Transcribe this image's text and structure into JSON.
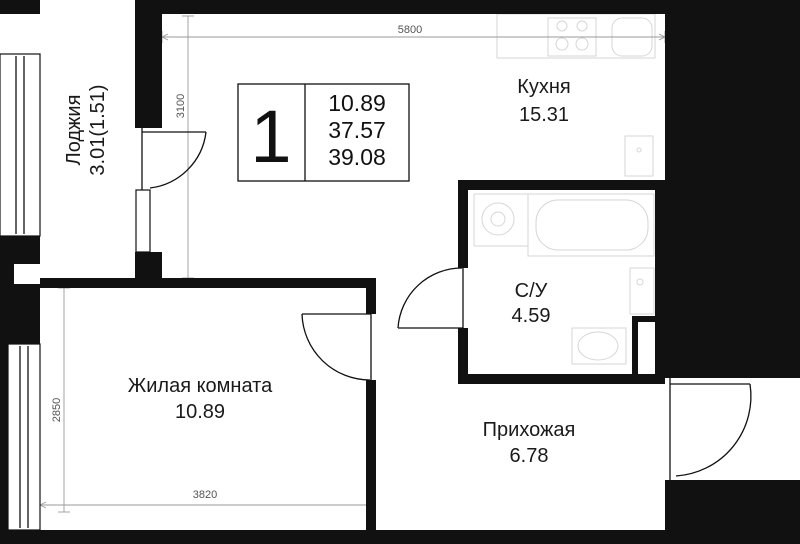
{
  "rooms": {
    "loggia": {
      "name": "Лоджия",
      "area": "3.01(1.51)"
    },
    "kitchen": {
      "name": "Кухня",
      "area": "15.31"
    },
    "bathroom": {
      "name": "С/У",
      "area": "4.59"
    },
    "living": {
      "name": "Жилая комната",
      "area": "10.89"
    },
    "hallway": {
      "name": "Прихожая",
      "area": "6.78"
    }
  },
  "badge": {
    "rooms_count": "1",
    "living_area": "10.89",
    "total_area": "37.57",
    "total_with_loggia": "39.08"
  },
  "dimensions": {
    "kitchen_width": "5800",
    "kitchen_depth": "3100",
    "living_depth": "2850",
    "living_width": "3820"
  },
  "colors": {
    "wall": "#111111",
    "dimension": "#9a9a9a",
    "fixture": "#d6d6d6"
  }
}
